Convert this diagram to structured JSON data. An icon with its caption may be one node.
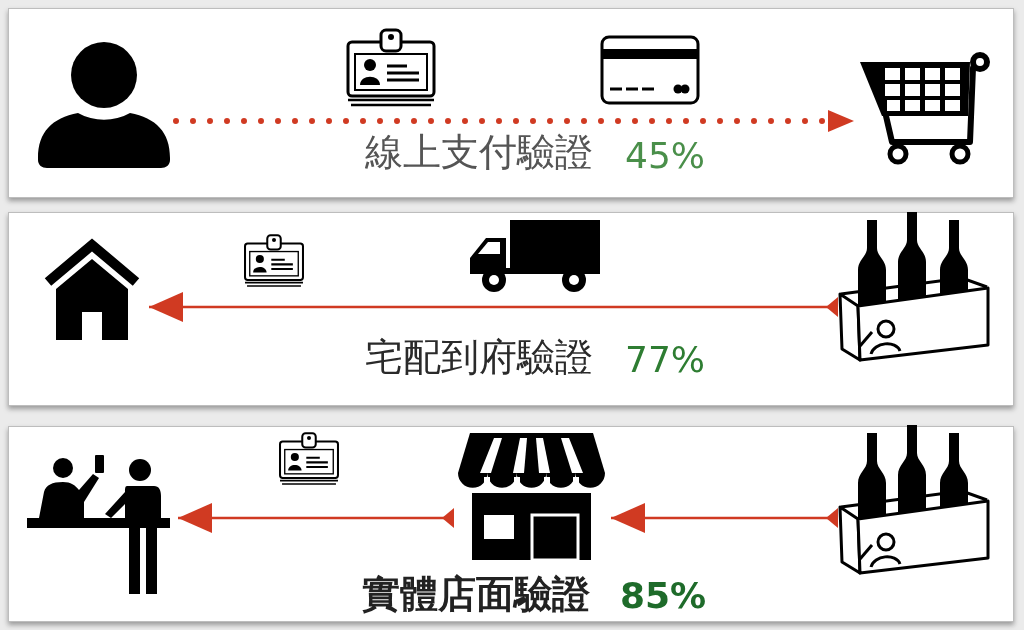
{
  "diagram": {
    "nodes": [
      {
        "text": [
          "線上支付驗證",
          "45%"
        ]
      },
      {
        "text": [],
        "shape": "person",
        "in": 0
      },
      {
        "text": [],
        "shape": "picture",
        "in": 0
      },
      {
        "text": [
          "宅配到府驗證",
          "77%"
        ]
      },
      {
        "text": [],
        "shape": "picture",
        "in": 3
      },
      {
        "text": [],
        "shape": "picture",
        "in": 3
      },
      {
        "text": [
          "實體店面驗證",
          "85%"
        ]
      },
      {
        "text": [],
        "shape": "picture",
        "in": 6
      },
      {
        "text": [],
        "shape": "picture",
        "in": 6
      },
      {
        "text": [],
        "shape": "picture",
        "in": 6
      }
    ],
    "edges": [
      {
        "from": 1,
        "to": 2,
        "arrow": "to",
        "style": "dashed"
      },
      {
        "from": 5,
        "to": 4,
        "arrow": "to"
      },
      {
        "from": 9,
        "to": 8,
        "arrow": "to"
      },
      {
        "from": 8,
        "to": 7,
        "arrow": "to"
      }
    ]
  }
}
